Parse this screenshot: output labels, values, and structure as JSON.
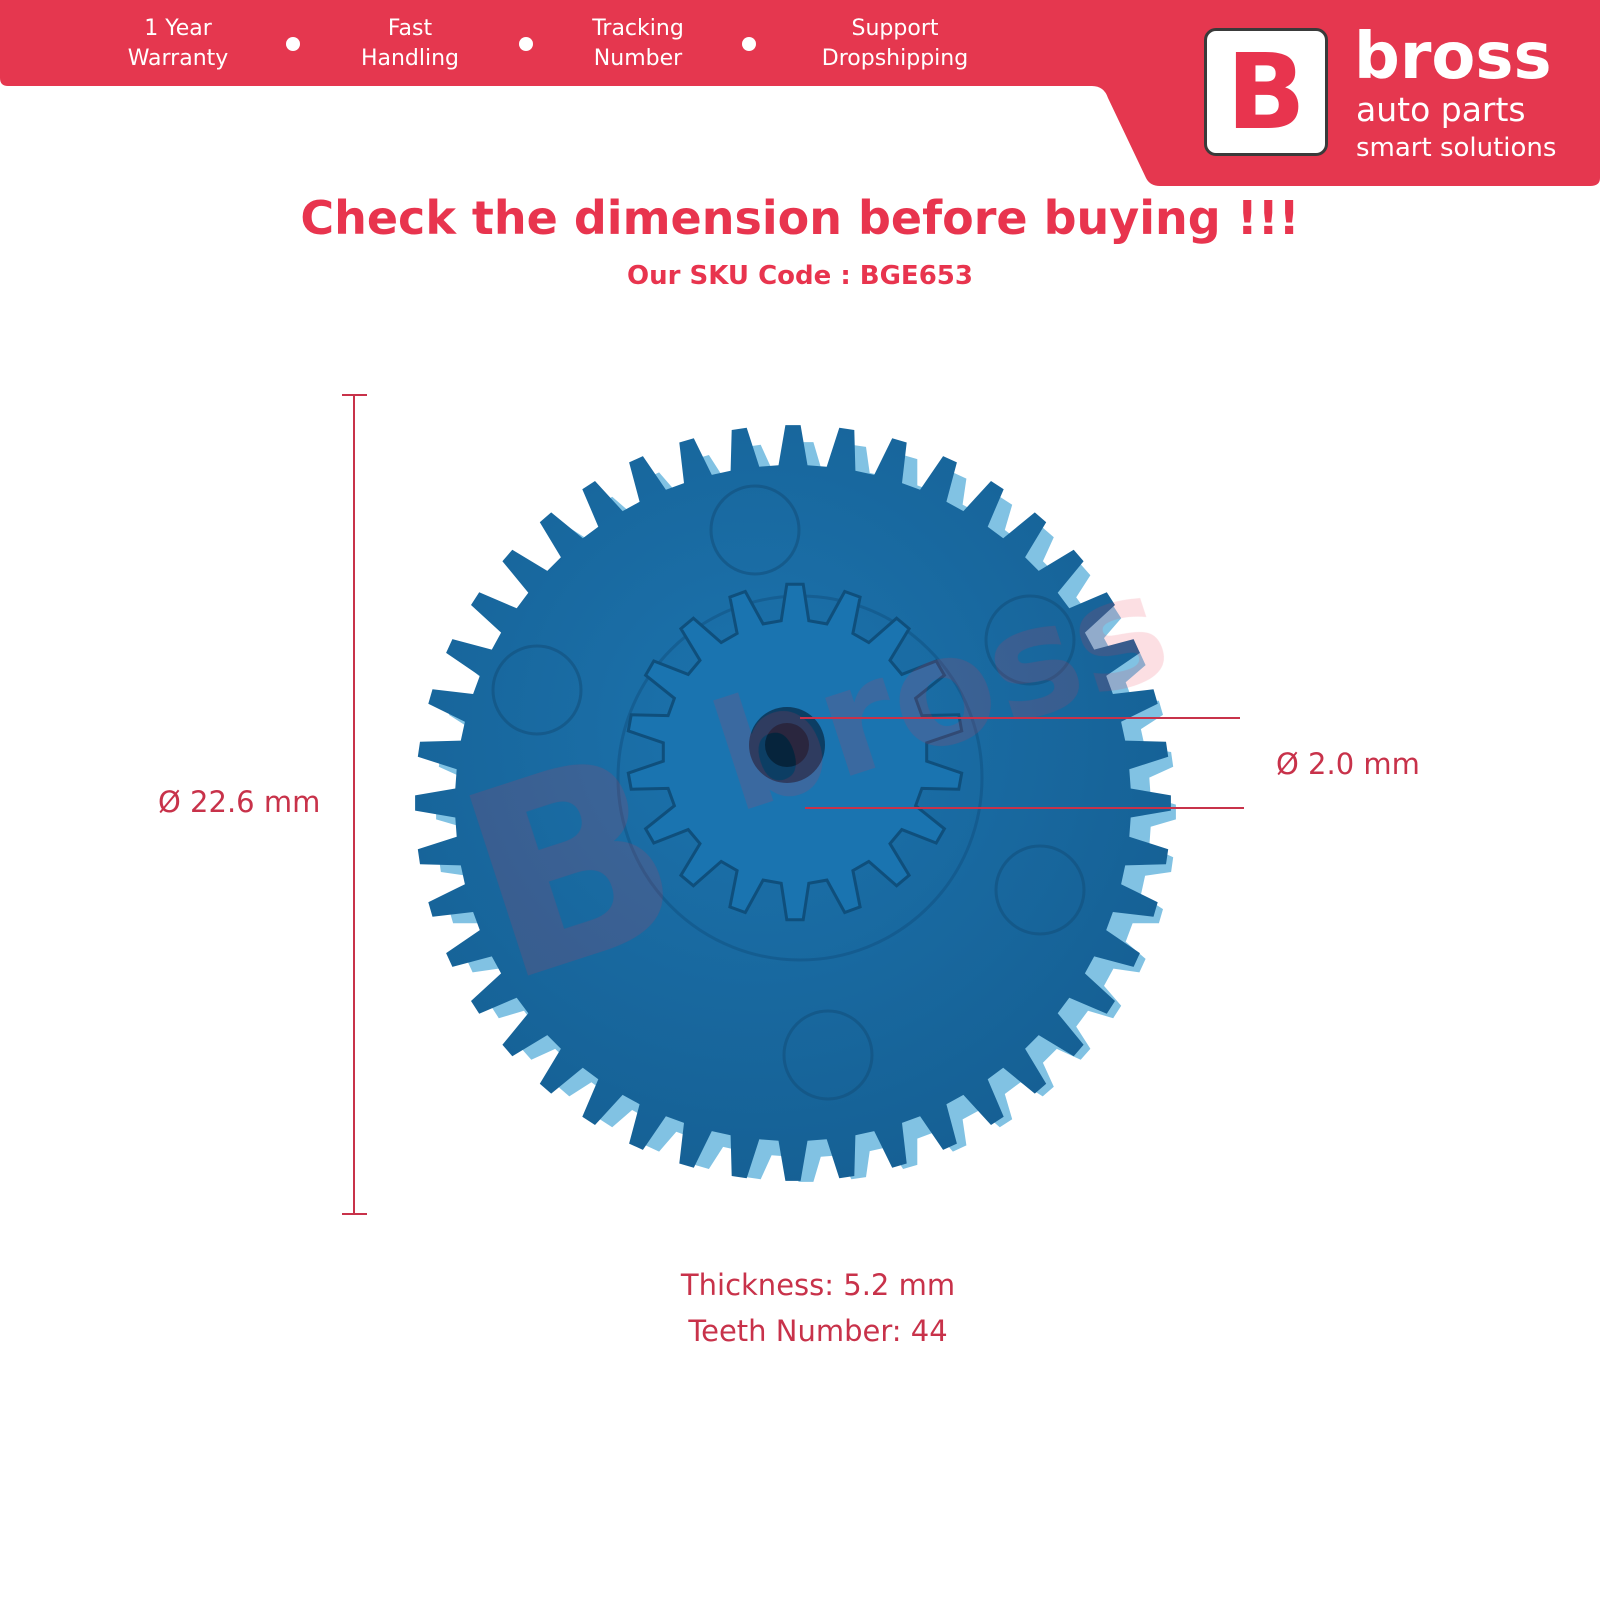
{
  "header": {
    "features": [
      {
        "line1": "1 Year",
        "line2": "Warranty"
      },
      {
        "line1": "Fast",
        "line2": "Handling"
      },
      {
        "line1": "Tracking",
        "line2": "Number"
      },
      {
        "line1": "Support",
        "line2": "Dropshipping"
      }
    ],
    "colors": {
      "brand": "#e8344e",
      "banner": "#e5374f"
    }
  },
  "logo": {
    "letter": "B",
    "name": "bross",
    "tagline1": "auto parts",
    "tagline2": "smart solutions"
  },
  "headline": "Check the dimension before buying !!!",
  "sku": "Our SKU Code : BGE653",
  "dimensions": {
    "outer_diameter": "Ø 22.6 mm",
    "inner_diameter": "Ø 2.0 mm",
    "thickness": "Thickness: 5.2 mm",
    "teeth": "Teeth Number: 44"
  },
  "gear": {
    "outer_teeth": 44,
    "inner_teeth": 18,
    "color": "#1a6ea8",
    "watermark": "bross"
  }
}
